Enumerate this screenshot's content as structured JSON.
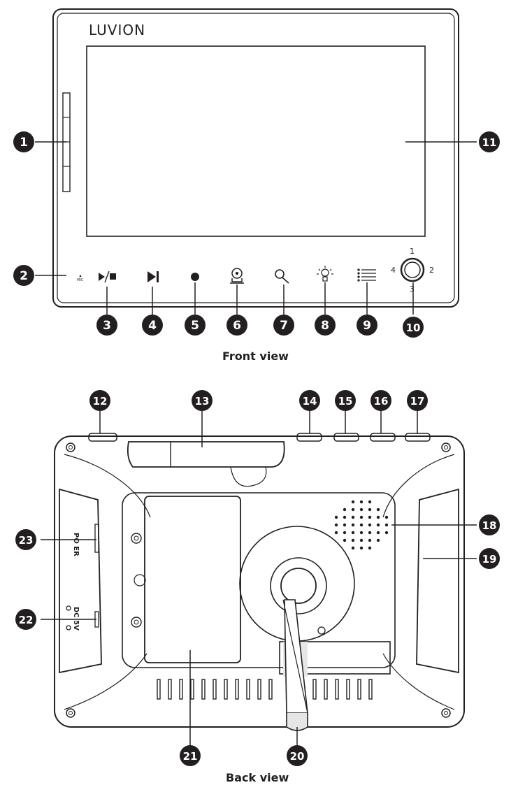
{
  "brand": "LUVION",
  "front_caption": "Front view",
  "back_caption": "Back view",
  "mic_label": "MIC",
  "dpad_labels": [
    "1",
    "2",
    "3",
    "4"
  ],
  "port_labels": {
    "power": "PO ER",
    "dc": "DC 5V"
  },
  "callouts": [
    "1",
    "2",
    "3",
    "4",
    "5",
    "6",
    "7",
    "8",
    "9",
    "10",
    "11",
    "12",
    "13",
    "14",
    "15",
    "16",
    "17",
    "18",
    "19",
    "20",
    "21",
    "22",
    "23"
  ],
  "icons": [
    "play-stop-icon",
    "skip-next-icon",
    "record-dot-icon",
    "camera-icon",
    "zoom-icon",
    "brightness-icon",
    "menu-icon",
    "dpad-icon"
  ],
  "colors": {
    "ink": "#231f20",
    "badge": "#231f20",
    "shade": "#e6e6e6"
  }
}
